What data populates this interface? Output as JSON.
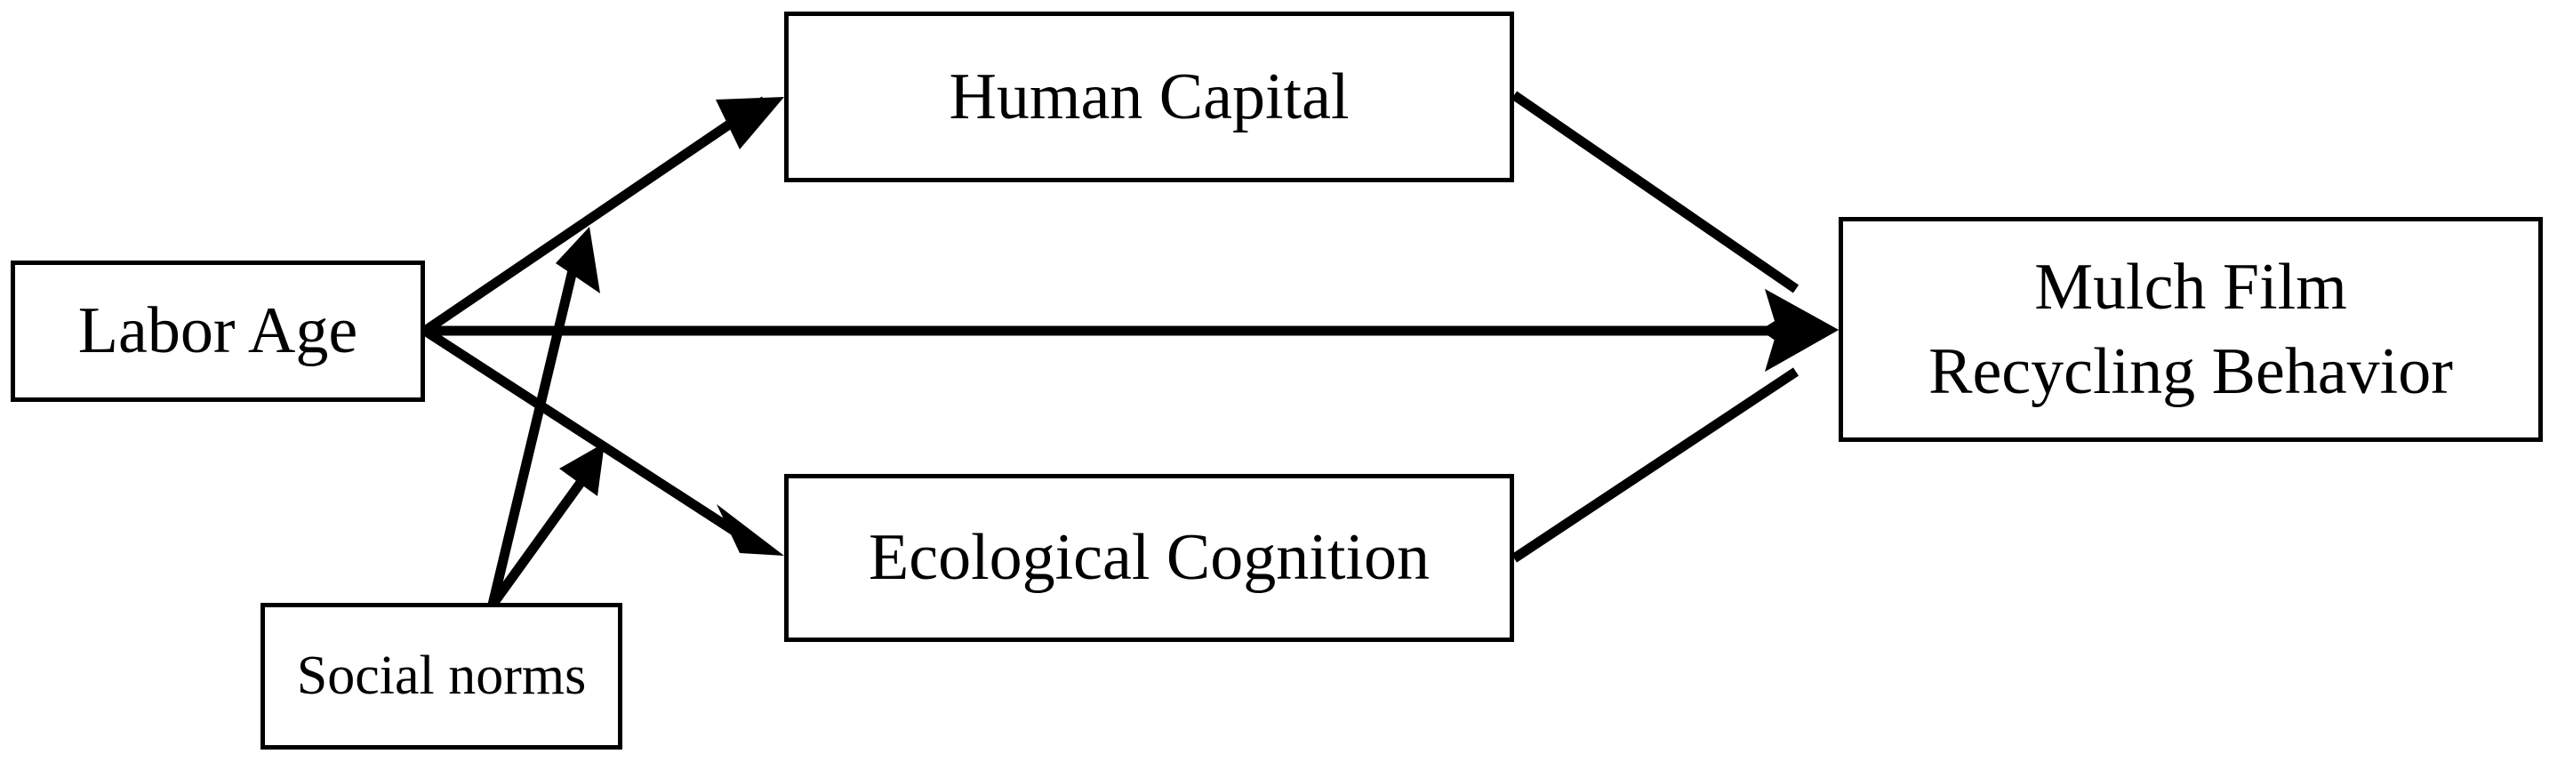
{
  "diagram": {
    "type": "conceptual-framework",
    "background_color": "#ffffff",
    "line_color": "#000000",
    "box_border_color": "#000000",
    "nodes": [
      {
        "id": "labor_age",
        "label": "Labor Age"
      },
      {
        "id": "human_capital",
        "label": "Human Capital"
      },
      {
        "id": "eco_cognition",
        "label": "Ecological Cognition"
      },
      {
        "id": "outcome",
        "label": "Mulch Film\nRecycling Behavior"
      },
      {
        "id": "social_norms",
        "label": "Social norms"
      }
    ],
    "edges": [
      {
        "id": "edge-labor-to-human",
        "from": "labor_age",
        "to": "human_capital",
        "style": "solid-arrow"
      },
      {
        "id": "edge-labor-to-outcome",
        "from": "labor_age",
        "to": "outcome",
        "style": "solid-arrow"
      },
      {
        "id": "edge-labor-to-eco",
        "from": "labor_age",
        "to": "eco_cognition",
        "style": "solid-arrow"
      },
      {
        "id": "edge-human-to-outcome",
        "from": "human_capital",
        "to": "outcome",
        "style": "solid-arrow"
      },
      {
        "id": "edge-eco-to-outcome",
        "from": "eco_cognition",
        "to": "outcome",
        "style": "solid-arrow"
      },
      {
        "id": "edge-norms-to-upper",
        "from": "social_norms",
        "to": "labor_age_to_human_capital_path",
        "style": "solid-arrow"
      },
      {
        "id": "edge-norms-to-lower",
        "from": "social_norms",
        "to": "labor_age_to_eco_cognition_path",
        "style": "solid-arrow"
      }
    ]
  }
}
